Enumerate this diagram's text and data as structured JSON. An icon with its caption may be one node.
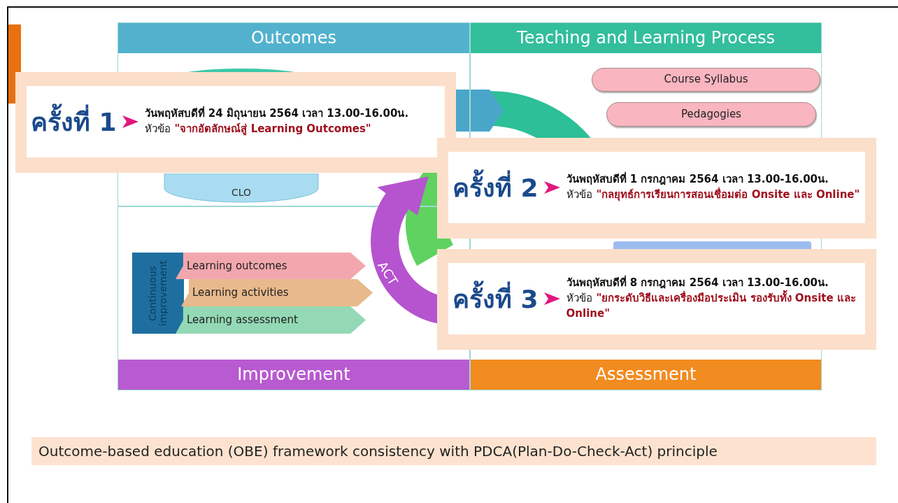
{
  "diagram": {
    "caption": "Outcome-based education (OBE) framework consistency with PDCA(Plan-Do-Check-Act) principle",
    "nodes": [
      {
        "text": [
          "Outcomes"
        ]
      },
      {
        "text": [
          "CLO"
        ],
        "in": 0
      },
      {
        "text": [
          "Teaching and Learning Process"
        ]
      },
      {
        "text": [
          "Course Syllabus"
        ],
        "in": 2
      },
      {
        "text": [
          "Pedagogies"
        ],
        "in": 2
      },
      {
        "text": [
          "Improvement"
        ]
      },
      {
        "text": [
          "Continuous improvement"
        ],
        "in": 5
      },
      {
        "text": [
          "Learning outcomes"
        ],
        "in": 5
      },
      {
        "text": [
          "Learning activities"
        ],
        "in": 5
      },
      {
        "text": [
          "Learning assessment"
        ],
        "in": 5
      },
      {
        "text": [
          "Assessment"
        ]
      },
      {
        "text": [
          "ACT"
        ]
      },
      {
        "text": [
          "ครั้งที่ 1",
          "วันพฤหัสบดีที่ 24 มิถุนายน 2564 เวลา 13.00-16.00น.",
          "หัวข้อ",
          "\"จากอัตลักษณ์สู่ Learning Outcomes\""
        ]
      },
      {
        "text": [
          "ครั้งที่ 2",
          "วันพฤหัสบดีที่ 1 กรกฎาคม 2564 เวลา 13.00-16.00น.",
          "หัวข้อ",
          "\"กลยุทธ์การเรียนการสอนเชื่อมต่อ Onsite และ Online\""
        ]
      },
      {
        "text": [
          "ครั้งที่ 3",
          "วันพฤหัสบดีที่ 8 กรกฎาคม 2564 เวลา 13.00-16.00น.",
          "หัวข้อ",
          "\"ยกระดับวิธีและเครื่องมือประเมิน รองรับทั้ง Onsite และ Online\""
        ]
      }
    ]
  }
}
